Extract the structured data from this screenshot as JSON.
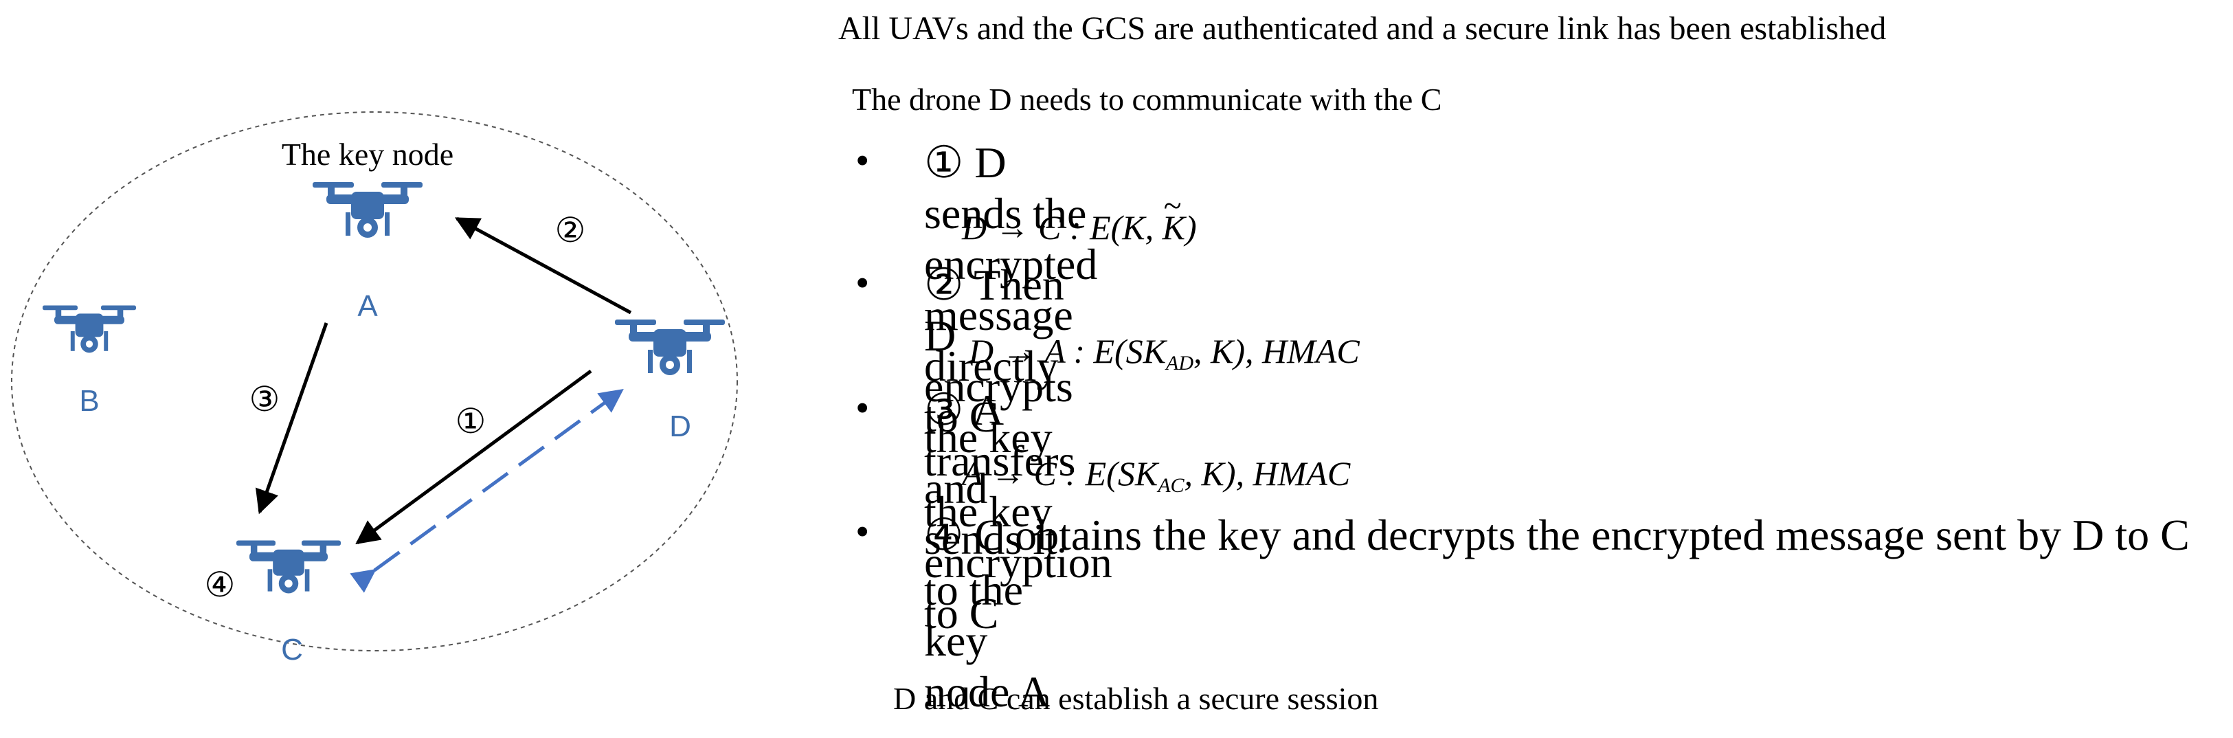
{
  "diagram": {
    "key_node_label": "The key node",
    "nodes": {
      "A": {
        "label": "A"
      },
      "B": {
        "label": "B"
      },
      "C": {
        "label": "C"
      },
      "D": {
        "label": "D"
      }
    },
    "step_markers": {
      "step1": "①",
      "step2": "②",
      "step3": "③",
      "step4": "④"
    },
    "colors": {
      "drone": "#3e6fae",
      "node_label": "#3e6fae",
      "arrow": "#000000",
      "secure_link": "#4472c4",
      "boundary": "#555555"
    },
    "icons": {
      "drone": "quadcopter-drone-icon"
    }
  },
  "text": {
    "header": "All UAVs and  the GCS are authenticated and a secure link has been established",
    "scenario": "The drone D needs to communicate with the  C",
    "steps": [
      {
        "text": "① D sends the encrypted message directly to C"
      },
      {
        "text": "② Then D encrypts the key and sends it to the key node A"
      },
      {
        "text": "③ A transfers the key encryption to C"
      },
      {
        "text": "④ C obtains the key and decrypts the encrypted message sent by D to C"
      }
    ],
    "formulas": {
      "f1": {
        "prefix": "D → C : E(K, ",
        "tilde_var": "K",
        "suffix": ")"
      },
      "f2": {
        "prefix": "D → A : E(SK",
        "sub": "AD",
        "suffix": ", K), HMAC"
      },
      "f3": {
        "prefix": "A → C : E(SK",
        "sub": "AC",
        "suffix": ", K), HMAC"
      }
    },
    "conclusion": "D and C can establish a secure session"
  }
}
